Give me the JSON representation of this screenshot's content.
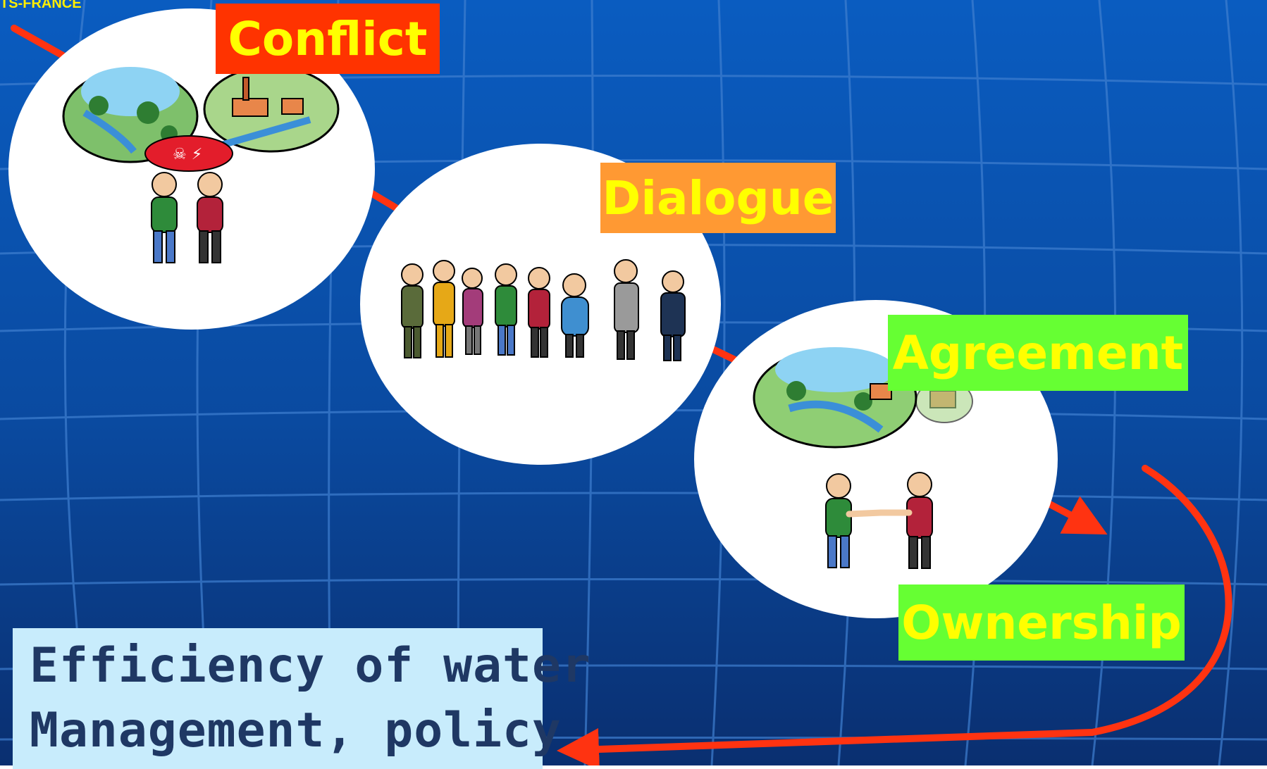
{
  "corner_text": "TS-FRANCE",
  "labels": {
    "conflict": "Conflict",
    "dialogue": "Dialogue",
    "agreement": "Agreement",
    "ownership": "Ownership"
  },
  "result": {
    "line1": "Efficiency of water",
    "line2": "Management, policy"
  },
  "colors": {
    "background": "#0a4fa8",
    "flow_arrow": "#ff3311",
    "label_text": "#ffff00",
    "conflict_bg": "#ff3300",
    "dialogue_bg": "#ff9933",
    "agreement_bg": "#66ff33",
    "ownership_bg": "#66ff33",
    "result_bg": "#c8ecfc",
    "result_text": "#1f3864"
  }
}
